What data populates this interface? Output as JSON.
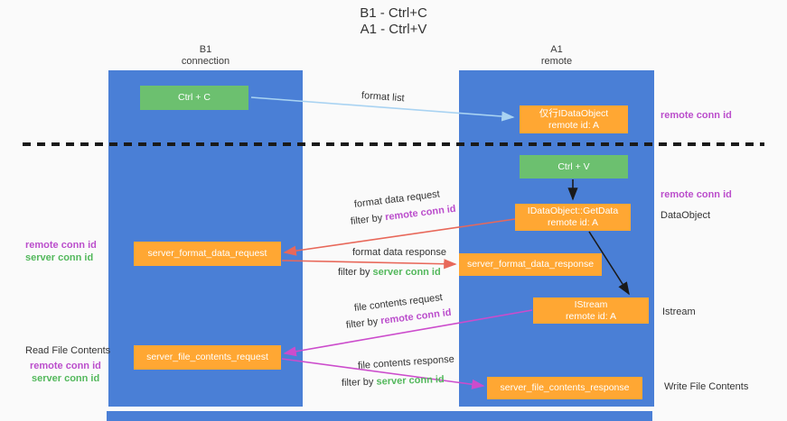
{
  "title": {
    "line1": "B1 - Ctrl+C",
    "line2": "A1 - Ctrl+V"
  },
  "columns": {
    "left": {
      "name": "B1",
      "subtitle": "connection"
    },
    "right": {
      "name": "A1",
      "subtitle": "remote"
    }
  },
  "boxes": {
    "ctrl_c": "Ctrl + C",
    "ctrl_v": "Ctrl + V",
    "idataobject": {
      "line1": "仅行IDataObject",
      "line2": "remote id: A"
    },
    "getdata": {
      "line1": "IDataObject::GetData",
      "line2": "remote id: A"
    },
    "istream": {
      "line1": "IStream",
      "line2": "remote id: A"
    },
    "format_request": "server_format_data_request",
    "format_response": "server_format_data_response",
    "file_request": "server_file_contents_request",
    "file_response": "server_file_contents_response"
  },
  "arrow_labels": {
    "format_list": "format list",
    "format_data_request": "format data request",
    "format_data_response": "format data response",
    "file_contents_request": "file contents request",
    "file_contents_response": "file contents response",
    "filter_by": "filter by ",
    "remote_conn_id": "remote conn id",
    "server_conn_id": "server conn id"
  },
  "side_labels": {
    "left": {
      "remote_conn_id": "remote conn id",
      "server_conn_id": "server conn id",
      "read_file_contents": "Read File Contents"
    },
    "right": {
      "remote_conn_id": "remote conn id",
      "dataobject": "DataObject",
      "istream": "Istream",
      "write_file_contents": "Write File Contents"
    }
  },
  "colors": {
    "lifeline_blue": "#4a7fd6",
    "box_green": "#6cc06f",
    "box_orange": "#ffa733",
    "arrow_light_blue": "#a9d3f2",
    "arrow_red": "#e8685a",
    "arrow_magenta": "#cc4ccc",
    "arrow_black": "#1a1a1a",
    "text_magenta": "#bb4ecc",
    "text_green": "#53b85c"
  }
}
